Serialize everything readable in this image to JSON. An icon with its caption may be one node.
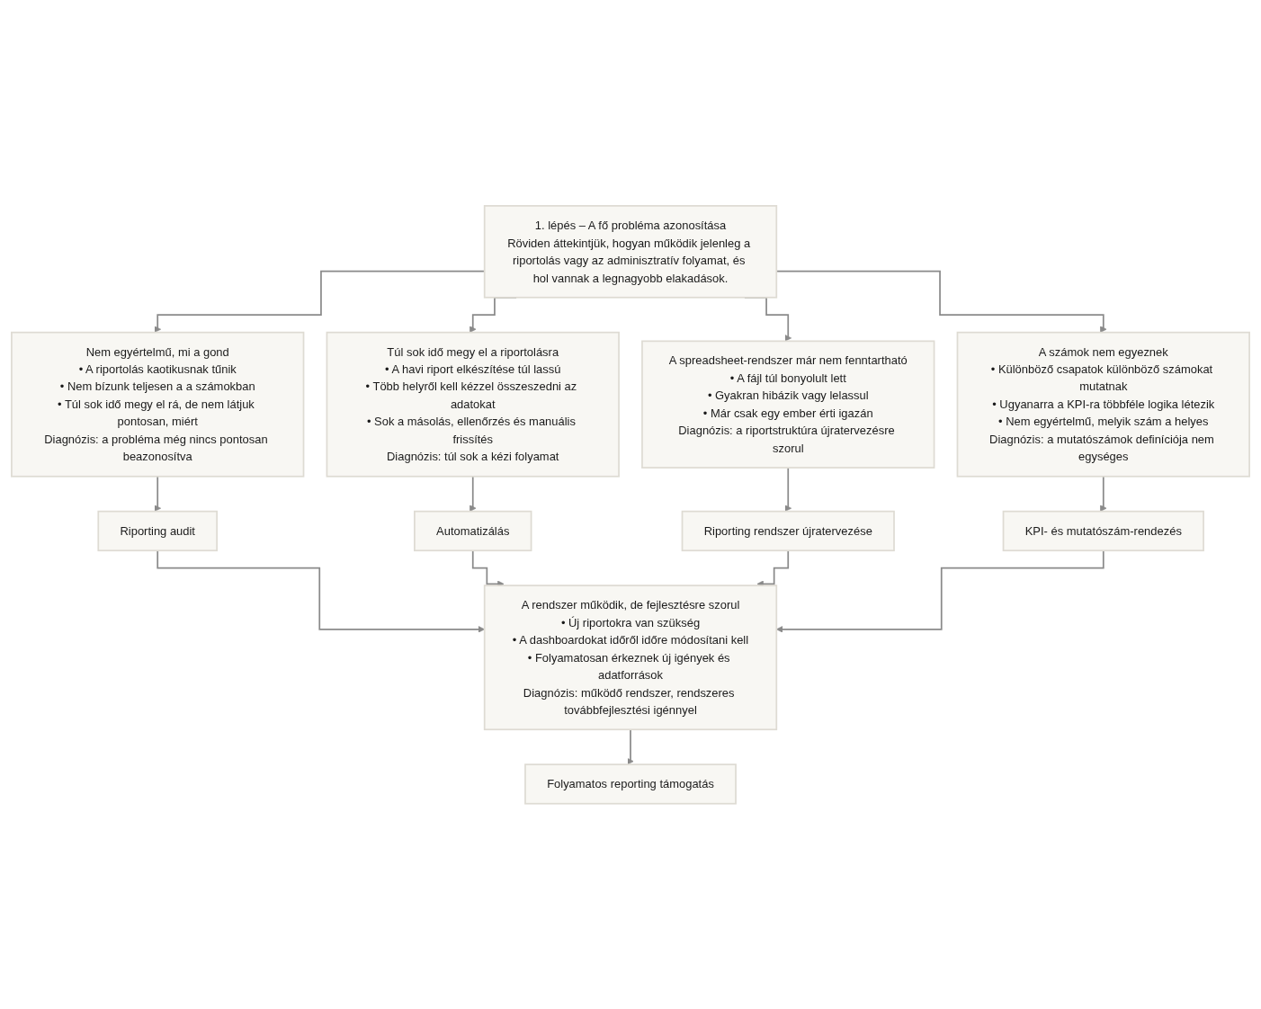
{
  "diagram": {
    "nodes": [
      {
        "text": [
          "1. lépés – A fő probléma azonosítása",
          "Röviden áttekintjük, hogyan működik jelenleg a riportolás vagy az adminisztratív folyamat, és hol vannak a legnagyobb elakadások."
        ]
      },
      {
        "text": [
          "Nem egyértelmű, mi a gond",
          "• A riportolás kaotikusnak tűnik",
          "• Nem bízunk teljesen a a számokban",
          "• Túl sok idő megy el rá, de nem látjuk pontosan, miért",
          "Diagnózis: a probléma még nincs pontosan beazonosítva"
        ]
      },
      {
        "text": [
          "Túl sok idő megy el a riportolásra",
          "• A havi riport elkészítése túl lassú",
          "• Több helyről kell kézzel összeszedni az adatokat",
          "• Sok a másolás, ellenőrzés és manuális frissítés",
          "Diagnózis: túl sok a kézi folyamat"
        ]
      },
      {
        "text": [
          "A spreadsheet-rendszer már nem fenntartható",
          "• A fájl túl bonyolult lett",
          "• Gyakran hibázik vagy lelassul",
          "• Már csak egy ember érti igazán",
          "Diagnózis: a riportstruktúra újratervezésre szorul"
        ]
      },
      {
        "text": [
          "A számok nem egyeznek",
          "• Különböző csapatok különböző számokat mutatnak",
          "• Ugyanarra a KPI-ra többféle logika létezik",
          "• Nem egyértelmű, melyik szám a helyes",
          "Diagnózis: a mutatószámok definíciója nem egységes"
        ]
      },
      {
        "text": [
          "Riporting audit"
        ]
      },
      {
        "text": [
          "Automatizálás"
        ]
      },
      {
        "text": [
          "Riporting rendszer újratervezése"
        ]
      },
      {
        "text": [
          "KPI- és mutatószám-rendezés"
        ]
      },
      {
        "text": [
          "A rendszer működik, de fejlesztésre szorul",
          "• Új riportokra van szükség",
          "• A dashboardokat időről időre módosítani kell",
          "• Folyamatosan érkeznek új igények és adatforrások",
          "Diagnózis: működő rendszer, rendszeres továbbfejlesztési igénnyel"
        ]
      },
      {
        "text": [
          "Folyamatos reporting támogatás"
        ]
      }
    ],
    "edges": [
      {
        "from": 0,
        "to": 1,
        "arrow": "to"
      },
      {
        "from": 0,
        "to": 2,
        "arrow": "to"
      },
      {
        "from": 0,
        "to": 3,
        "arrow": "to"
      },
      {
        "from": 0,
        "to": 4,
        "arrow": "to"
      },
      {
        "from": 1,
        "to": 5,
        "arrow": "to"
      },
      {
        "from": 2,
        "to": 6,
        "arrow": "to"
      },
      {
        "from": 3,
        "to": 7,
        "arrow": "to"
      },
      {
        "from": 4,
        "to": 8,
        "arrow": "to"
      },
      {
        "from": 5,
        "to": 9,
        "arrow": "to"
      },
      {
        "from": 6,
        "to": 9,
        "arrow": "to"
      },
      {
        "from": 7,
        "to": 9,
        "arrow": "to"
      },
      {
        "from": 8,
        "to": 9,
        "arrow": "to"
      },
      {
        "from": 9,
        "to": 10,
        "arrow": "to"
      }
    ]
  }
}
